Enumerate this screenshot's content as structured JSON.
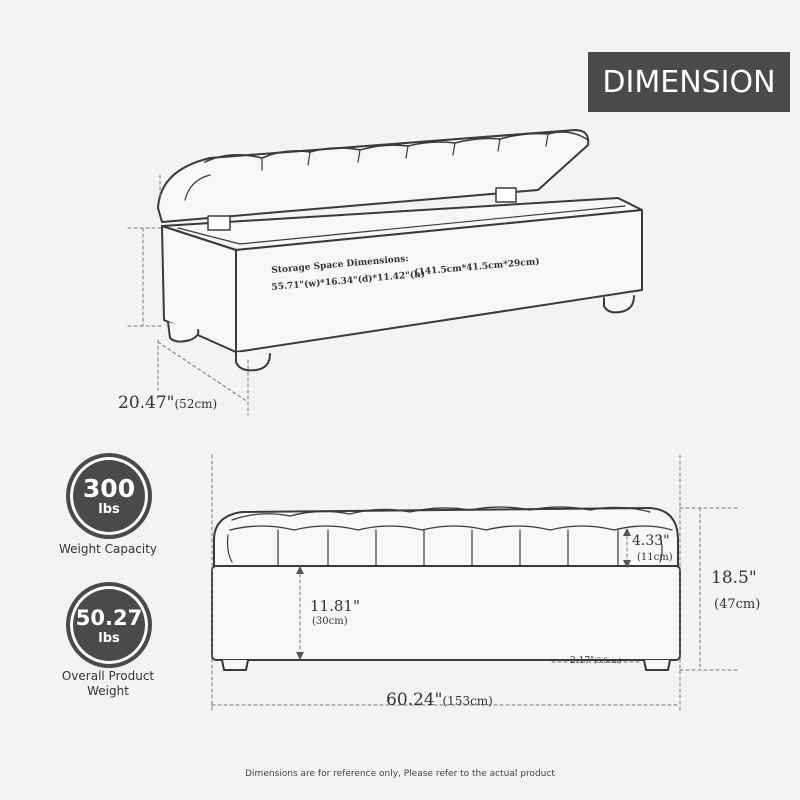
{
  "header": {
    "title": "DIMENSION"
  },
  "top_view": {
    "storage_label": "Storage Space Dimensions:",
    "storage_imperial": "55.71\"(w)*16.34\"(d)*11.42\"(h)",
    "storage_metric": "(141.5cm*41.5cm*29cm)",
    "depth_in": "20.47\"",
    "depth_cm": "(52cm)"
  },
  "front_view": {
    "width_in": "60.24\"",
    "width_cm": "(153cm)",
    "height_in": "18.5\"",
    "height_cm": "(47cm)",
    "cushion_in": "4.33\"",
    "cushion_cm": "(11cm)",
    "base_in": "11.81\"",
    "base_cm": "(30cm)",
    "leg_in": "2.17\"",
    "leg_cm": "(5.5cm)"
  },
  "stats": {
    "weight_capacity": {
      "value": "300",
      "unit": "lbs",
      "label": "Weight Capacity"
    },
    "product_weight": {
      "value": "50.27",
      "unit": "lbs",
      "label_line1": "Overall Product",
      "label_line2": "Weight"
    }
  },
  "footer": {
    "note": "Dimensions are for reference only, Please refer to the actual product"
  }
}
